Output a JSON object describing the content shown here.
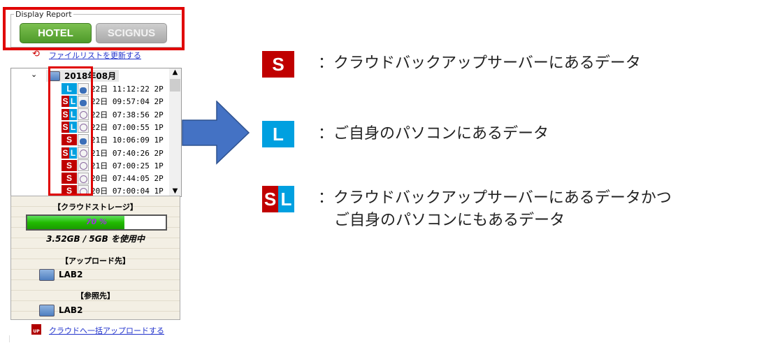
{
  "display_report": {
    "legend": "Display Report",
    "hotel": "HOTEL",
    "scignus": "SCIGNUS"
  },
  "refresh_link": "ファイルリストを更新する",
  "tree": {
    "folder": "2018年08月",
    "rows": [
      {
        "badges": [
          "L"
        ],
        "icon": "disk",
        "text": "22日 11:12:22 2P"
      },
      {
        "badges": [
          "S",
          "L"
        ],
        "icon": "disk",
        "text": "22日 09:57:04 2P"
      },
      {
        "badges": [
          "S",
          "L"
        ],
        "icon": "clock",
        "text": "22日 07:38:56 2P"
      },
      {
        "badges": [
          "S",
          "L"
        ],
        "icon": "clock",
        "text": "22日 07:00:55 1P"
      },
      {
        "badges": [
          "S"
        ],
        "icon": "disk",
        "text": "21日 10:06:09 1P"
      },
      {
        "badges": [
          "S",
          "L"
        ],
        "icon": "clock",
        "text": "21日 07:40:26 2P"
      },
      {
        "badges": [
          "S"
        ],
        "icon": "clock",
        "text": "21日 07:00:25 1P"
      },
      {
        "badges": [
          "S"
        ],
        "icon": "clock",
        "text": "20日 07:44:05 2P"
      },
      {
        "badges": [
          "S"
        ],
        "icon": "clock",
        "text": "20日 07:00:04 1P"
      }
    ]
  },
  "storage": {
    "title": "【クラウドストレージ】",
    "percent": 70,
    "percent_label": "70 %",
    "usage": "3.52GB / 5GB を使用中",
    "upload_title": "【アップロード先】",
    "upload_folder": "LAB2",
    "ref_title": "【参照先】",
    "ref_folder": "LAB2"
  },
  "bulk_upload_link": "クラウドへ一括アップロードする",
  "legend": {
    "s_badge": "S",
    "s_text": "：クラウドバックアップサーバーにあるデータ",
    "l_badge": "L",
    "l_text": "：ご自身のパソコンにあるデータ",
    "sl_badge_s": "S",
    "sl_badge_l": "L",
    "sl_text1": "：クラウドバックアップサーバーにあるデータかつ",
    "sl_text2": "ご自身のパソコンにもあるデータ"
  },
  "colors": {
    "s": "#c00000",
    "l": "#00a0e0",
    "arrow": "#4472c4",
    "highlight": "#e00000"
  }
}
